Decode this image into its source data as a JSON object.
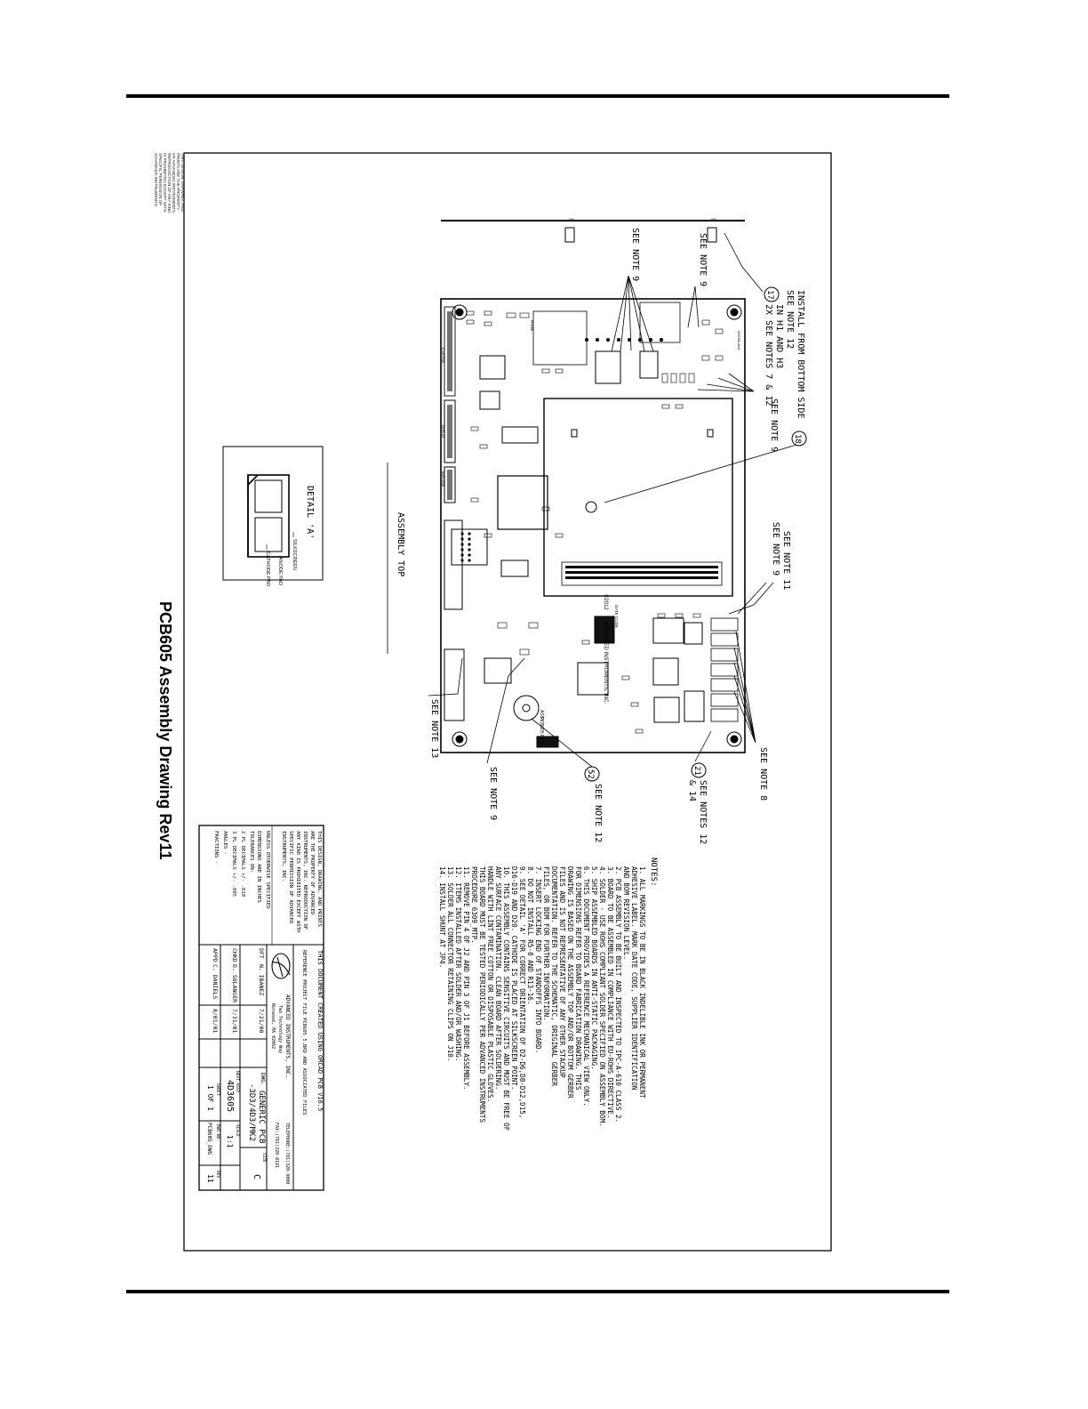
{
  "page": {
    "caption": "PCB605 Assembly Drawing Rev11"
  },
  "drawing": {
    "proprietary_notice": [
      "THIS DESIGN, DRAWING, AND",
      "PRINTS ARE THE PROPERTY",
      "OF ADVANCED INSTRUMENTS.",
      "REPRODUCTION OF ANY KIND",
      "IS PROHIBITED EXCEPT WITH",
      "SPECIFIC PERMISSION OF",
      "ADVANCED INSTRUMENTS."
    ],
    "view_labels": {
      "assembly_top": "ASSEMBLY TOP",
      "detail_a": "DETAIL 'A'",
      "silkscreen": "SILKSCREEN",
      "anode_pad": "ANODE PAD",
      "cathode_pad": "CATHODE PAD"
    },
    "callouts": {
      "install_bottom_1": "INSTALL FROM BOTTOM SIDE",
      "install_bottom_2": "SEE NOTE 12",
      "bubble_17": "17",
      "c17_line1": "IN H1 AND H3",
      "c17_line2": "2X SEE NOTES 7 & 12",
      "bubble_18": "18",
      "see_note_9_a": "SEE NOTE 9",
      "see_note_9_b": "SEE NOTE 9",
      "see_note_9_c": "SEE NOTE 9",
      "see_note_9_d": "SEE NOTE 9",
      "see_note_9_e": "SEE NOTE 9",
      "see_note_11": "SEE NOTE 11",
      "see_note_13": "SEE NOTE 13",
      "see_note_8": "SEE NOTE 8",
      "bubble_21": "21",
      "c21_line1": "SEE NOTES 12",
      "c21_line2": "& 14",
      "bubble_52": "52",
      "c52": "SEE NOTE 12"
    },
    "board_labels": {
      "company": "ADVANCED INSTRUMENTS, INC.",
      "copyright": "©2012",
      "assy": "ASSY",
      "pcb_rev": "PCB605 REV",
      "date_code": "DATE CODE",
      "j_keypad": "J2 KEYPAD",
      "display": "DISPLAY",
      "barcode": "BARCODE",
      "probe": "PROBE",
      "digital_ana": "DIGITAL ANA"
    },
    "notes": {
      "heading": "NOTES:",
      "lines": [
        "1.  ALL MARKINGS TO BE IN BLACK INDELIBLE INK OR PERMANENT",
        "    ADHESIVE LABEL. MARK DATE CODE, SUPPLIER IDENTIFICATION",
        "    AND BOM REVISION LEVEL.",
        "2.  PCB ASSEMBLY TO BE BUILT AND INSPECTED TO IPC-A-610 CLASS 2.",
        "3.  BOARD TO BE ASSEMBLED IN COMPLIANCE WITH EU-ROHS DIRECTIVE.",
        "4.  SOLDER - USE ROHS COMPLIANT SOLDER SPECIFIED ON ASSEMBLY BOM.",
        "5.  SHIP ASSEMBLED BOARDS IN ANTI-STATIC PACKAGING.",
        "6.  THIS DOCUMENT PROVIDES A REFERENCE MECHANICAL VIEW ONLY.",
        "    FOR DIMENSIONS REFER TO BOARD FABRICATION DRAWING. THIS",
        "    DRAWING IS BASED ON THE ASSEMBLY TOP AND/OR BOTTOM GERBER",
        "    FILES AND IS NOT REPRESENTATIVE OF ANY OTHER STACKUP",
        "    DOCUMENTATION. REFER TO THE SCHEMATIC, ORIGINAL GERBER",
        "    FILES, OR BOM FOR FURTHER INFORMATION.",
        "7.  INSERT LOCKING END OF STANDOFFS INTO BOARD.",
        "8.  DO NOT INSTALL R5-8 AND R13-16.",
        "9.  SEE DETAIL 'A' FOR CORRECT ORIENTATION OF D2-D6,D8-D12,D15,",
        "    D16-D19 AND D20. CATHODE IS PLACED AT SILKSCREEN POINT.",
        "10. THIS ASSEMBLY CONTAINS SENSITIVE CIRCUITS AND MUST BE FREE OF",
        "    ANY SURFACE CONTAMINATION. CLEAN BOARD AFTER SOLDERING.",
        "    HANDLE WITH LINT FREE COTTON OR DISPOSABLE PLASTIC GLOVES.",
        "    THIS BOARD MUST BE TESTED PERIODICALLY PER ADVANCED INSTRUMENTS",
        "    PROCEDURE 6309_MTP.",
        "11. REMOVE PIN 4 OF J2 AND PIN 3 OF J1 BEFORE ASSEMBLY.",
        "12. ITEMS INSTALLED AFTER SOLDER AND/OR WASHING.",
        "13. SOLDER ALL CONNECTOR RETAINING CLIPS ON J10.",
        "14. INSTALL SHUNT AT JP4."
      ]
    },
    "title_block": {
      "property_notice": [
        "THIS DESIGN, DRAWING, AND PRINTS",
        "ARE THE PROPERTY OF ADVANCED",
        "INSTRUMENTS, INC. REPRODUCTION OF",
        "ANY KIND IS PROHIBITED EXCEPT WITH",
        "SPECIFIC PERMISSION OF ADVANCED",
        "INSTRUMENTS, INC."
      ],
      "tolerances": [
        "UNLESS OTHERWISE SPECIFIED",
        "DIMENSIONS ARE IN INCHES",
        "TOLERANCES ON:",
        "2 PL DECIMALS +/- .010",
        "3 PL DECIMALS +/- .005",
        "ANGLES -",
        "FRACTIONS -"
      ],
      "created_note": "THIS DOCUMENT CREATED USING ORCAD PCB V16.5",
      "reference_note": "REFERENCE PROJECT FILE PCB605_5.BRD AND ASSOCIATED FILES",
      "company": "ADVANCED INSTRUMENTS, INC.",
      "address_1": "Two Technology Way",
      "address_2": "Norwood, MA 02062",
      "telephone": "TELEPHONE:(781)320-9000",
      "fax": "FAX:(781)320-8181",
      "signatures": [
        {
          "role": "DFT",
          "name": "N. IBANEZ",
          "date": "7/21/00"
        },
        {
          "role": "CHKD",
          "name": "D. SOLANGER",
          "date": "7/31/01"
        },
        {
          "role": "APPD",
          "name": "C. DANIELS",
          "date": "8/01/01"
        }
      ],
      "dwg_label": "DWG.",
      "dwg_title_1": "GENERIC PCB",
      "dwg_title_2": "-3D3/4D3/MK2",
      "size_label": "SIZE",
      "size": "C",
      "next_assy_label": "NEXT ASSY",
      "next_assy": "4D3605",
      "scale_label": "SCALE",
      "scale": "1:1",
      "sheet_label": "SHEET",
      "sheet": "1 OF 1",
      "dwg_no_label": "DWG NO.",
      "dwg_no": "PCB605_DWG",
      "rev_label": "REV",
      "rev": "11"
    }
  }
}
